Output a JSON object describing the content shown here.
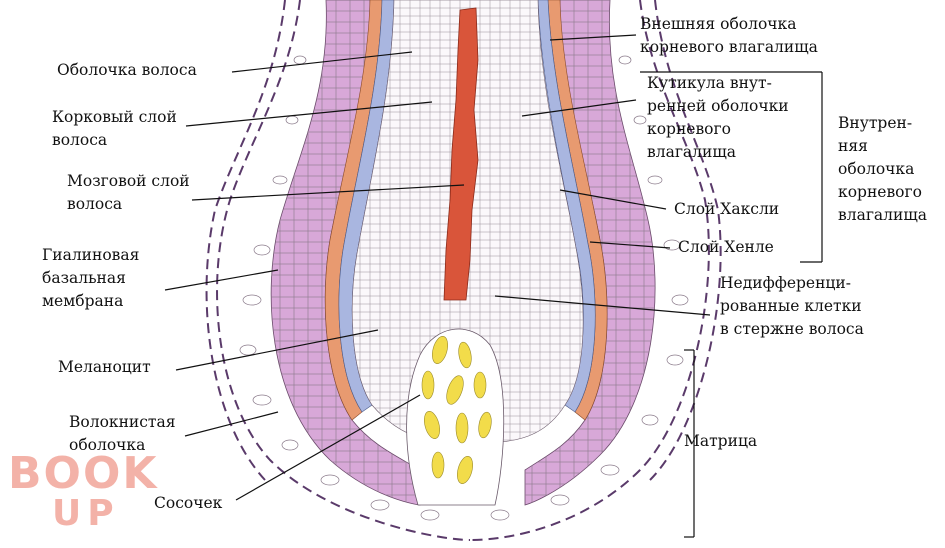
{
  "labels": {
    "hair_cuticle": "Оболочка волоса",
    "cortex": "Корковый слой\nволоса",
    "medulla": "Мозговой слой\nволоса",
    "hyaline_membrane": "Гиалиновая\nбазальная\nмембрана",
    "melanocyte": "Меланоцит",
    "fibrous_sheath": "Волокнистая\nоболочка",
    "papilla": "Сосочек",
    "outer_root_sheath": "Внешняя оболочка\nкорневого влагалища",
    "inner_sheath_cuticle": "Кутикула внут-\nренней оболочки\nкорневого\nвлагалища",
    "huxley_layer": "Слой Хаксли",
    "henle_layer": "Слой Хенле",
    "undifferentiated_cells": "Недифференци-\nрованные клетки\nв стержне волоса",
    "inner_root_sheath": "Внутрен-\nняя\nоболочка\nкорневого\nвлагалища",
    "matrix": "Матрица"
  },
  "watermark": {
    "line1": "BOOK",
    "line2": "UP"
  },
  "colors": {
    "outer_sheath": "#d8a8d8",
    "huxley": "#a9b6e0",
    "henle": "#e89a70",
    "medulla": "#d9553a",
    "papilla": "#f2dc4a",
    "line": "#111111"
  }
}
